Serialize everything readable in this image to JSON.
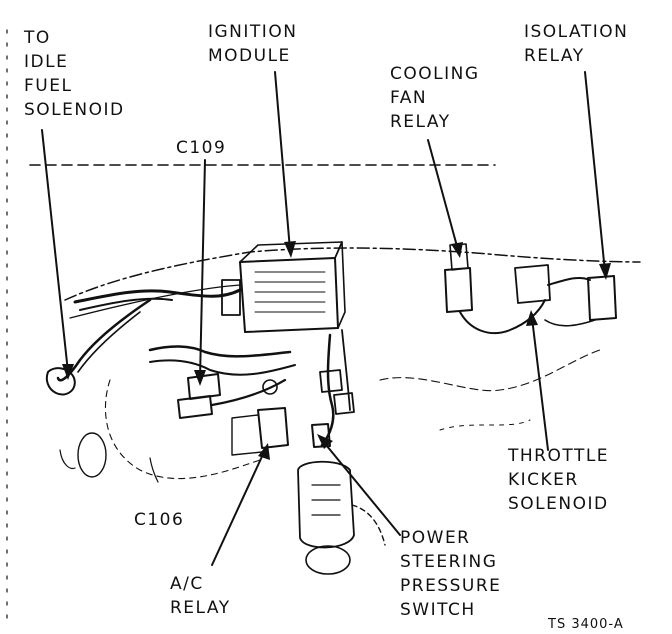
{
  "diagram": {
    "labels": {
      "idle_fuel_solenoid": [
        "TO",
        "IDLE",
        "FUEL",
        "SOLENOID"
      ],
      "ignition_module": [
        "IGNITION",
        "MODULE"
      ],
      "cooling_fan_relay": [
        "COOLING",
        "FAN",
        "RELAY"
      ],
      "isolation_relay": [
        "ISOLATION",
        "RELAY"
      ],
      "connector_c109": "C109",
      "throttle_kicker_solenoid": [
        "THROTTLE",
        "KICKER",
        "SOLENOID"
      ],
      "connector_c106": "C106",
      "ac_relay": [
        "A/C",
        "RELAY"
      ],
      "power_steering_pressure_switch": [
        "POWER",
        "STEERING",
        "PRESSURE",
        "SWITCH"
      ],
      "figure_code": "TS 3400-A"
    },
    "colors": {
      "ink": "#111111",
      "paper": "#ffffff"
    }
  }
}
